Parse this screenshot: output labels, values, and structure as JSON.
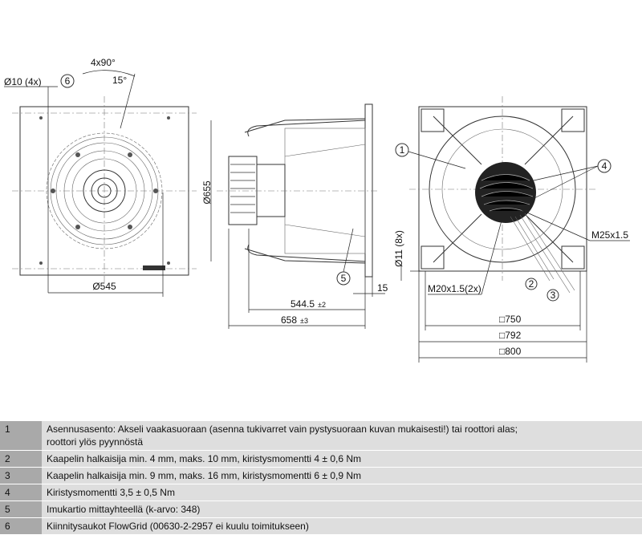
{
  "drawing": {
    "front_view": {
      "angle_label": "4x90°",
      "offset_angle": "15°",
      "hole_label": "Ø10 (4x)",
      "hole_callout": "6",
      "diameter_label": "Ø545"
    },
    "side_view": {
      "diameter_label": "Ø655",
      "length_1": "544.5",
      "tol_1": "±2",
      "length_2": "658",
      "tol_2": "±3",
      "plate_label": "15",
      "callout": "5"
    },
    "rear_view": {
      "hole_label": "Ø11 (8x)",
      "callout_1": "1",
      "callout_2": "2",
      "callout_3": "3",
      "callout_4": "4",
      "thread_1": "M25x1.5",
      "thread_2": "M20x1.5(2x)",
      "dim_1": "□750",
      "dim_2": "□792",
      "dim_3": "□800"
    }
  },
  "notes": [
    {
      "num": "1",
      "text": "Asennusasento: Akseli vaakasuoraan (asenna tukivarret vain pystysuoraan kuvan mukaisesti!) tai roottori alas; roottori ylös pyynnöstä"
    },
    {
      "num": "2",
      "text": "Kaapelin halkaisija min. 4 mm, maks. 10 mm, kiristysmomentti 4 ± 0,6 Nm"
    },
    {
      "num": "3",
      "text": "Kaapelin halkaisija min. 9 mm, maks. 16 mm, kiristysmomentti 6 ± 0,9 Nm"
    },
    {
      "num": "4",
      "text": "Kiristysmomentti 3,5 ± 0,5 Nm"
    },
    {
      "num": "5",
      "text": "Imukartio mittayhteellä (k-arvo: 348)"
    },
    {
      "num": "6",
      "text": "Kiinnitysaukot FlowGrid (00630-2-2957 ei kuulu toimitukseen)"
    }
  ]
}
